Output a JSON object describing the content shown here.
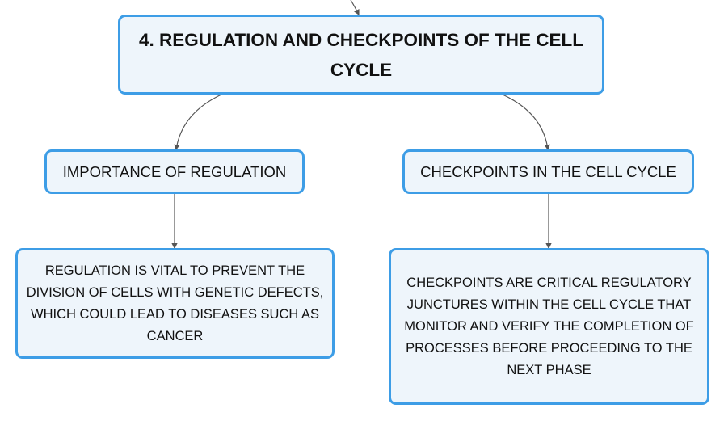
{
  "diagram": {
    "root": {
      "label": "4. REGULATION AND CHECKPOINTS OF THE CELL CYCLE"
    },
    "branches": [
      {
        "label": "IMPORTANCE OF REGULATION",
        "detail": "REGULATION IS VITAL TO PREVENT THE DIVISION OF CELLS WITH GENETIC DEFECTS, WHICH COULD LEAD TO DISEASES SUCH AS CANCER"
      },
      {
        "label": "CHECKPOINTS IN THE CELL CYCLE",
        "detail": "CHECKPOINTS ARE CRITICAL REGULATORY JUNCTURES WITHIN THE CELL CYCLE THAT MONITOR AND VERIFY THE COMPLETION OF PROCESSES BEFORE PROCEEDING TO THE NEXT PHASE"
      }
    ]
  },
  "colors": {
    "node_border": "#3d9de6",
    "node_fill": "#eef5fb",
    "connector": "#555555",
    "text": "#111111"
  }
}
